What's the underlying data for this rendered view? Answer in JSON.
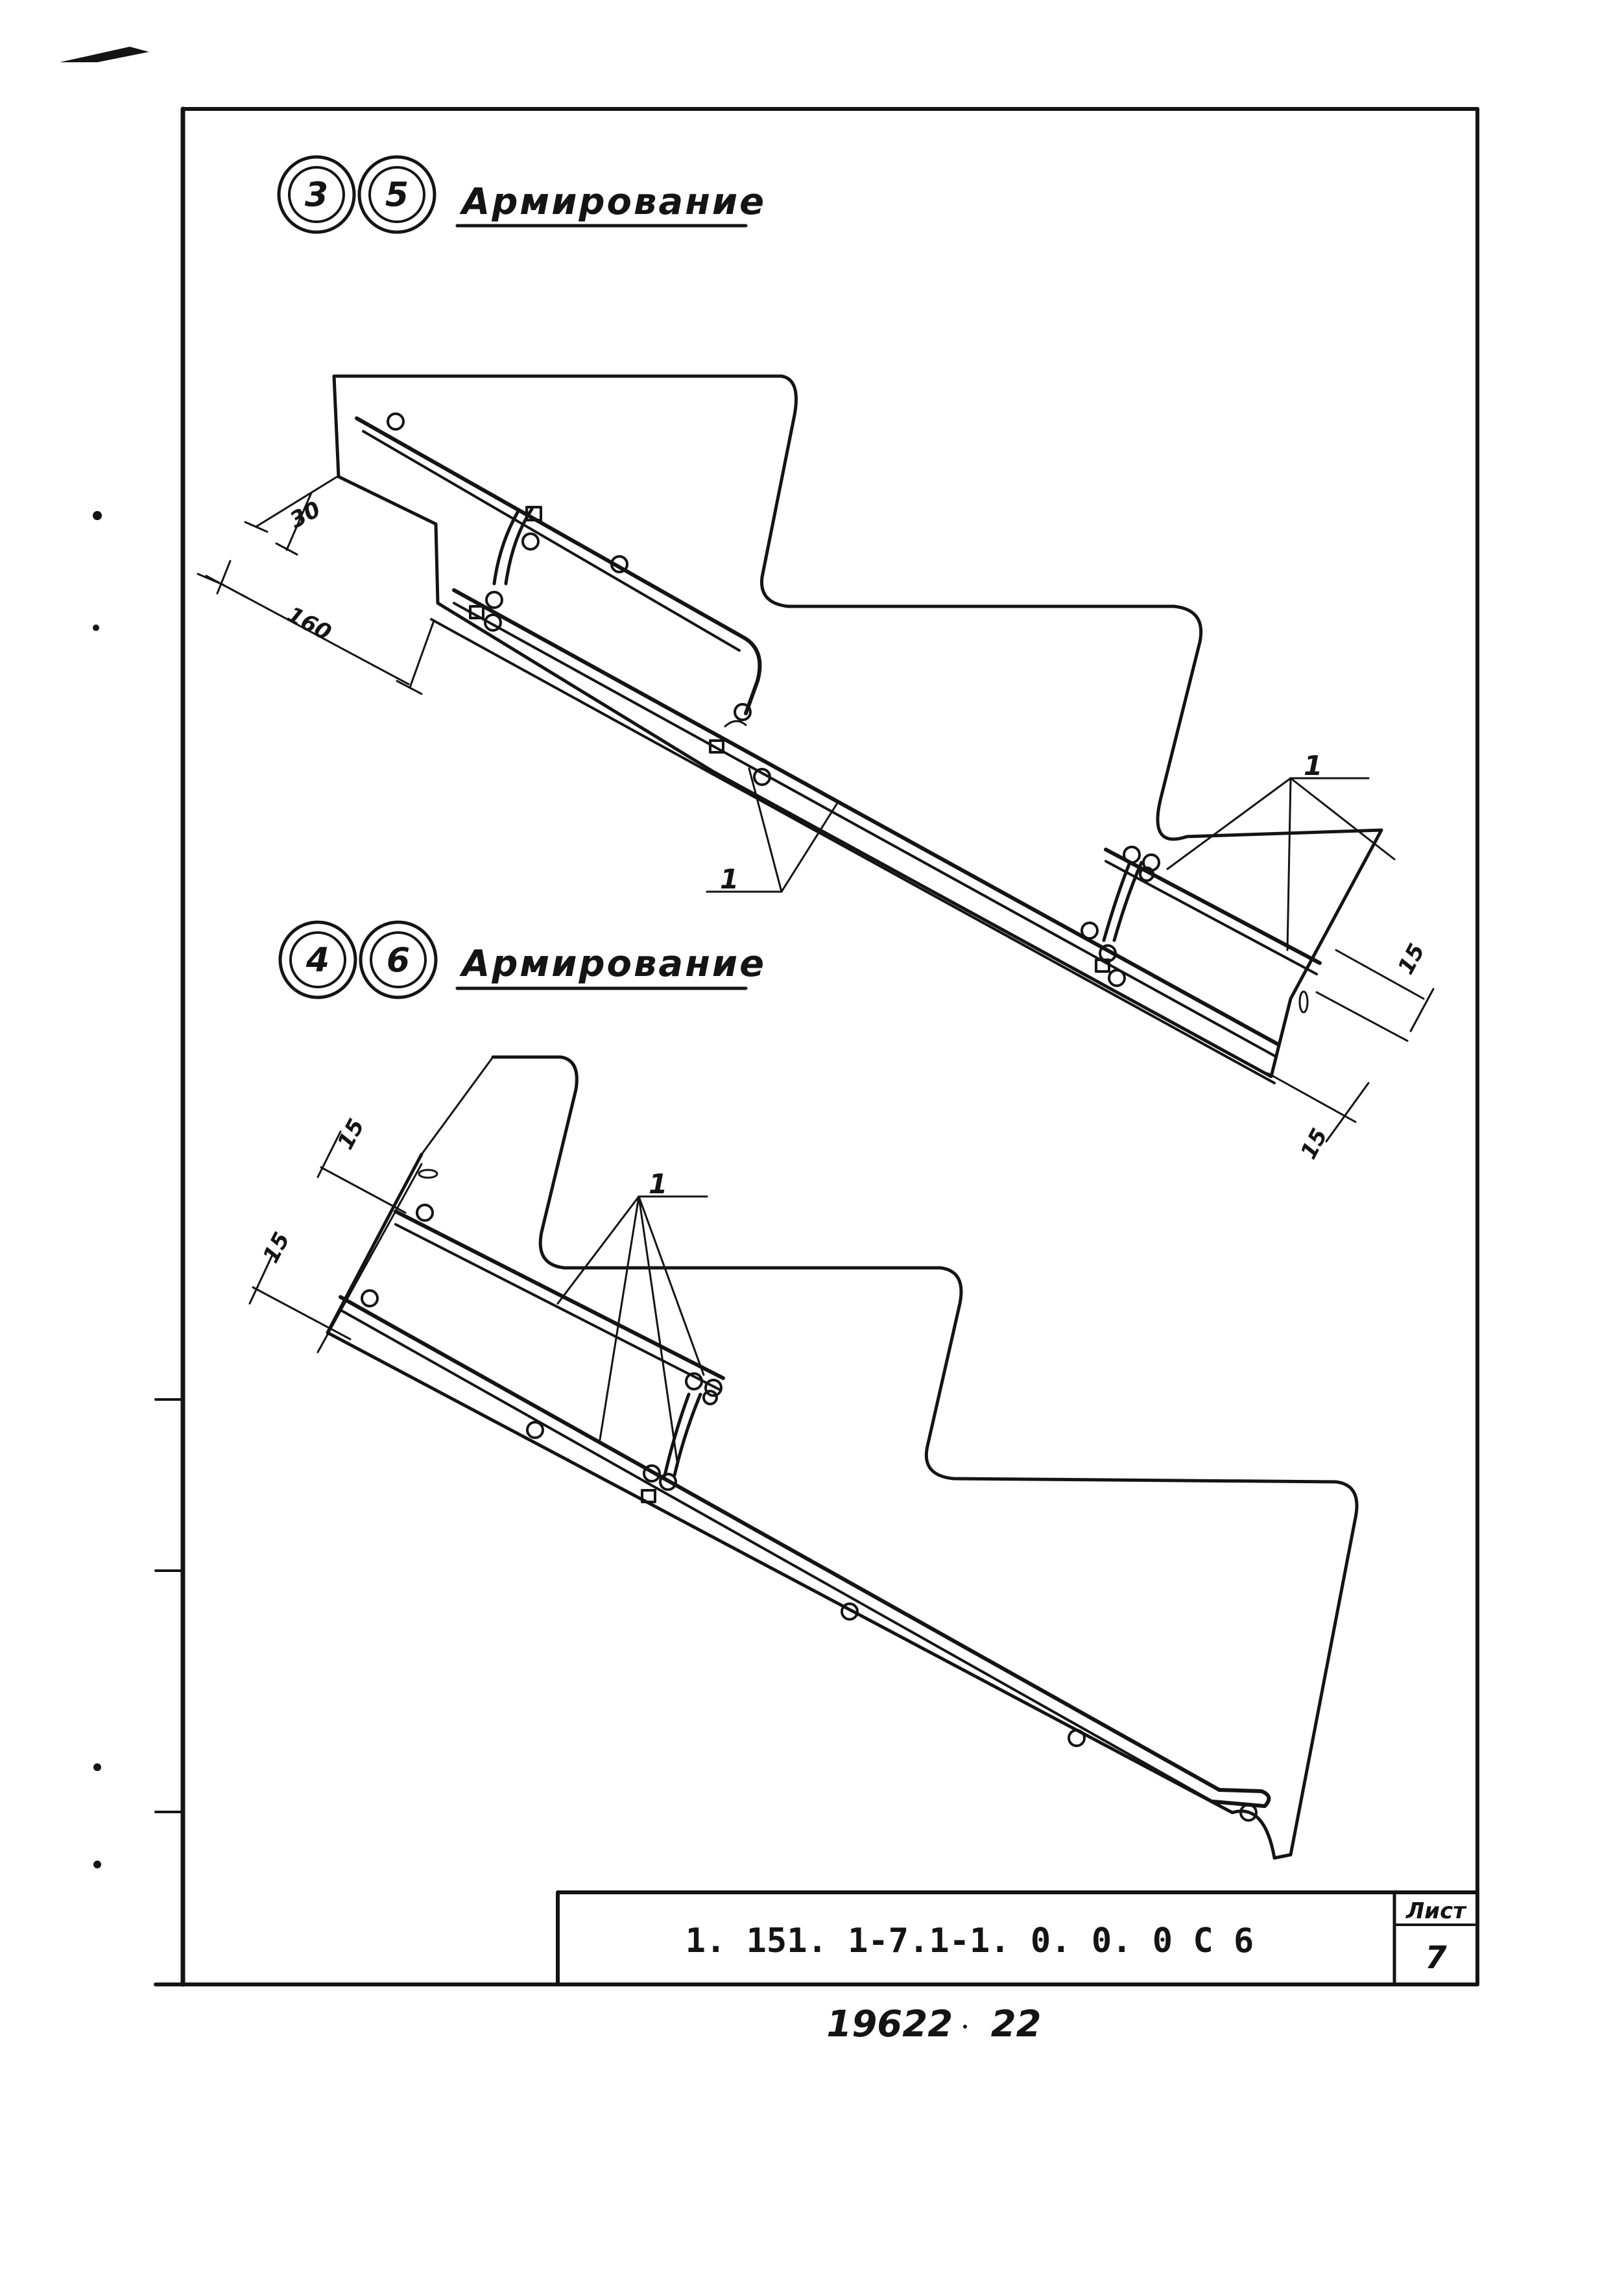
{
  "sections": [
    {
      "marks": [
        "3",
        "5"
      ],
      "title": "Армирование"
    },
    {
      "marks": [
        "4",
        "6"
      ],
      "title": "Армирование"
    }
  ],
  "dimensions": {
    "upper": {
      "cover": "30",
      "depth": "160",
      "bottom_cover_a": "15",
      "bottom_cover_b": "15"
    },
    "lower": {
      "cover_a": "15",
      "cover_b": "15"
    }
  },
  "callouts": {
    "position_mark": "1"
  },
  "title_block": {
    "designation": "1. 151. 1-7.1-1. 0. 0. 0  С 6",
    "sheet_label": "Лист",
    "sheet_number": "7"
  },
  "footer_note": "19622   22",
  "colors": {
    "ink": "#141414",
    "paper": "#ffffff"
  }
}
